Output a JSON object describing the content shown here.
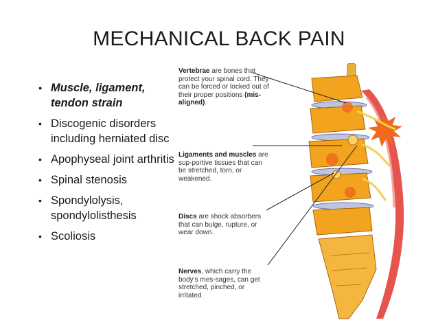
{
  "title": "MECHANICAL BACK PAIN",
  "bullets": [
    "Muscle, ligament, tendon strain",
    "Discogenic disorders including herniated disc",
    "Apophyseal joint arthritis",
    "Spinal stenosis",
    "Spondylolysis, spondylolisthesis",
    "Scoliosis"
  ],
  "bullet_glyph": "•",
  "figure": {
    "callouts": [
      {
        "term": "Vertebrae",
        "text": " are bones that protect your spinal cord. They can be forced or locked out of their proper positions ",
        "term2": "(mis-aligned)",
        "tail": "."
      },
      {
        "term": "Ligaments and muscles",
        "text": " are sup-portive tissues that can be stretched, torn, or weakened."
      },
      {
        "term": "Discs",
        "text": " are shock absorbers that can bulge, rupture, or wear down."
      },
      {
        "term": "Nerves",
        "text": ", which carry the body's mes-sages, can get stretched, pinched, or irritated."
      }
    ]
  },
  "colors": {
    "bone": "#f2a41e",
    "bone_light": "#fbd36a",
    "disc": "#bfc5e0",
    "muscle": "#e2362f",
    "pain_burst": "#f06a1c"
  }
}
